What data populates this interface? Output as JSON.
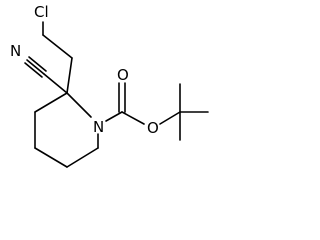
{
  "molecule": {
    "atom_labels": {
      "chlorine": "Cl",
      "nitrile_nitrogen": "N",
      "ring_nitrogen": "N",
      "carbonyl_oxygen": "O",
      "ester_oxygen": "O"
    }
  }
}
